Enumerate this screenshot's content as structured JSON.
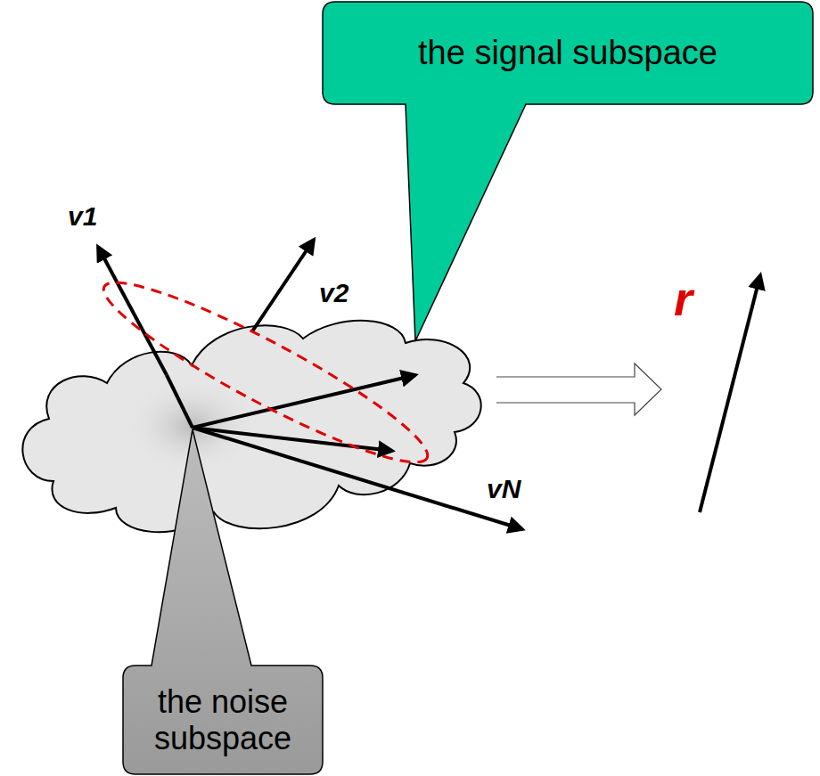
{
  "diagram": {
    "nodes": [
      {
        "text": [
          "the signal subspace"
        ]
      },
      {
        "text": [
          "the noise subspace"
        ]
      }
    ],
    "labels": [
      "v1",
      "v2",
      "vN",
      "r"
    ]
  }
}
